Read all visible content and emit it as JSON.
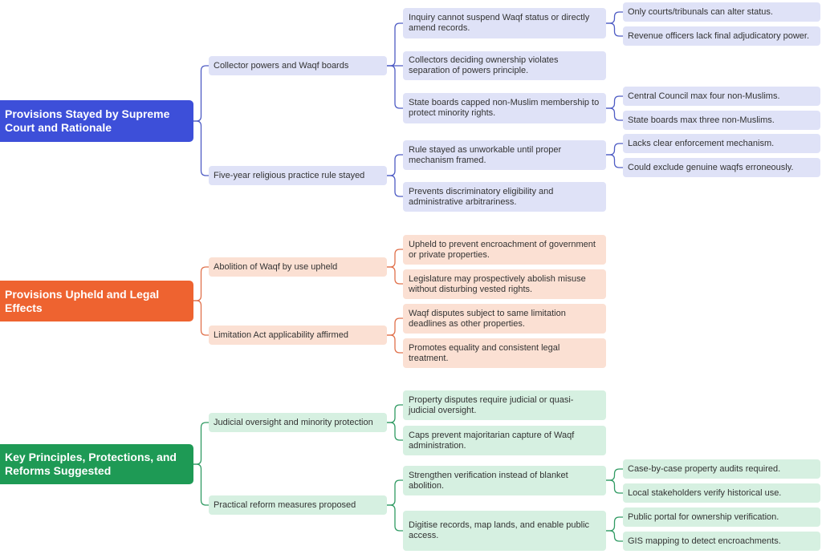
{
  "colors": {
    "blue_root": "#3d4fd9",
    "blue_light": "#dfe2f7",
    "blue_line": "#4d5bc4",
    "orange_root": "#ee6330",
    "orange_light": "#fbe0d3",
    "orange_line": "#e0704a",
    "green_root": "#1e9a55",
    "green_light": "#d6f0e1",
    "green_line": "#2f9a62"
  },
  "sections": [
    {
      "title": "Provisions Stayed by Supreme Court and Rationale",
      "branches": [
        {
          "label": "Collector powers and Waqf boards",
          "children": [
            {
              "text": "Inquiry cannot suspend Waqf status or directly amend records.",
              "children": [
                "Only courts/tribunals can alter status.",
                "Revenue officers lack final adjudicatory power."
              ]
            },
            {
              "text": "Collectors deciding ownership violates separation of powers principle."
            },
            {
              "text": "State boards capped non-Muslim membership to protect minority rights.",
              "children": [
                "Central Council max four non-Muslims.",
                "State boards max three non-Muslims."
              ]
            }
          ]
        },
        {
          "label": "Five-year religious practice rule stayed",
          "children": [
            {
              "text": "Rule stayed as unworkable until proper mechanism framed.",
              "children": [
                "Lacks clear enforcement mechanism.",
                "Could exclude genuine waqfs erroneously."
              ]
            },
            {
              "text": "Prevents discriminatory eligibility and administrative arbitrariness."
            }
          ]
        }
      ]
    },
    {
      "title": "Provisions Upheld and Legal Effects",
      "branches": [
        {
          "label": "Abolition of Waqf by use upheld",
          "children": [
            {
              "text": "Upheld to prevent encroachment of government or private properties."
            },
            {
              "text": "Legislature may prospectively abolish misuse without disturbing vested rights."
            }
          ]
        },
        {
          "label": "Limitation Act applicability affirmed",
          "children": [
            {
              "text": "Waqf disputes subject to same limitation deadlines as other properties."
            },
            {
              "text": "Promotes equality and consistent legal treatment."
            }
          ]
        }
      ]
    },
    {
      "title": "Key Principles, Protections, and Reforms Suggested",
      "branches": [
        {
          "label": "Judicial oversight and minority protection",
          "children": [
            {
              "text": "Property disputes require judicial or quasi-judicial oversight."
            },
            {
              "text": "Caps prevent majoritarian capture of Waqf administration."
            }
          ]
        },
        {
          "label": "Practical reform measures proposed",
          "children": [
            {
              "text": "Strengthen verification instead of blanket abolition.",
              "children": [
                "Case-by-case property audits required.",
                "Local stakeholders verify historical use."
              ]
            },
            {
              "text": "Digitise records, map lands, and enable public access.",
              "children": [
                "Public portal for ownership verification.",
                "GIS mapping to detect encroachments."
              ]
            }
          ]
        }
      ]
    }
  ]
}
